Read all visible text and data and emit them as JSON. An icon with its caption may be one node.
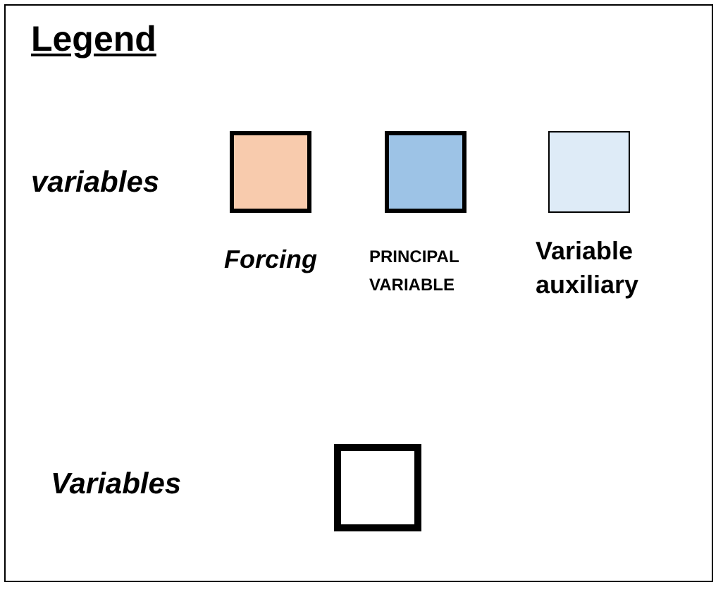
{
  "diagram": {
    "title": "Legend",
    "labels": [
      "variables"
    ],
    "legend": [
      {
        "text": "Forcing",
        "color": "#f8cbad"
      },
      {
        "text": "PRINCIPAL VARIABLE",
        "color": "#9dc3e6"
      },
      {
        "text": "Variable auxiliary",
        "color": "#deebf7"
      },
      {
        "text": "Variables",
        "color": "#ffffff"
      }
    ]
  }
}
